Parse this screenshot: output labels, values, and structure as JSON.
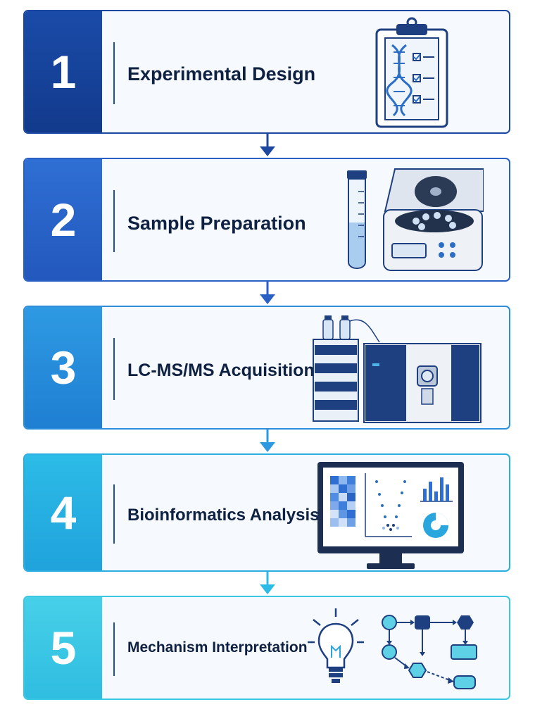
{
  "steps": [
    {
      "number": "1",
      "label": "Experimental Design",
      "icon": "clipboard-dna-icon"
    },
    {
      "number": "2",
      "label": "Sample Preparation",
      "icon": "centrifuge-icon"
    },
    {
      "number": "3",
      "label": "LC-MS/MS Acquisition",
      "icon": "mass-spectrometer-icon"
    },
    {
      "number": "4",
      "label": "Bioinformatics Analysis",
      "icon": "monitor-charts-icon"
    },
    {
      "number": "5",
      "label": "Mechanism Interpretation",
      "icon": "lightbulb-network-icon"
    }
  ],
  "colors": {
    "step1": "#1746a2",
    "step2": "#2d6bd0",
    "step3": "#2a93df",
    "step4": "#27b0e3",
    "step5": "#3ec9e4",
    "ink": "#1e3f80",
    "label": "#0f2142"
  }
}
